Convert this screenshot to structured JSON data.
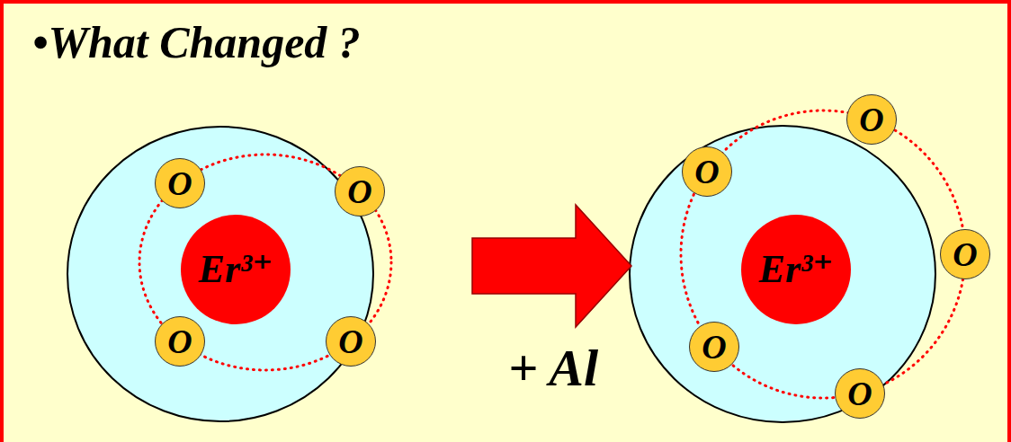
{
  "diagram": {
    "title": "•What Changed ?",
    "nodes": [
      {
        "text": [
          "Er³⁺"
        ]
      },
      {
        "text": [
          "O"
        ]
      },
      {
        "text": [
          "O"
        ]
      },
      {
        "text": [
          "O"
        ]
      },
      {
        "text": [
          "O"
        ]
      },
      {
        "text": [
          "Er³⁺"
        ]
      },
      {
        "text": [
          "O"
        ]
      },
      {
        "text": [
          "O"
        ]
      },
      {
        "text": [
          "O"
        ]
      },
      {
        "text": [
          "O"
        ]
      },
      {
        "text": [
          "O"
        ]
      }
    ],
    "labels": [
      "+ Al"
    ]
  }
}
